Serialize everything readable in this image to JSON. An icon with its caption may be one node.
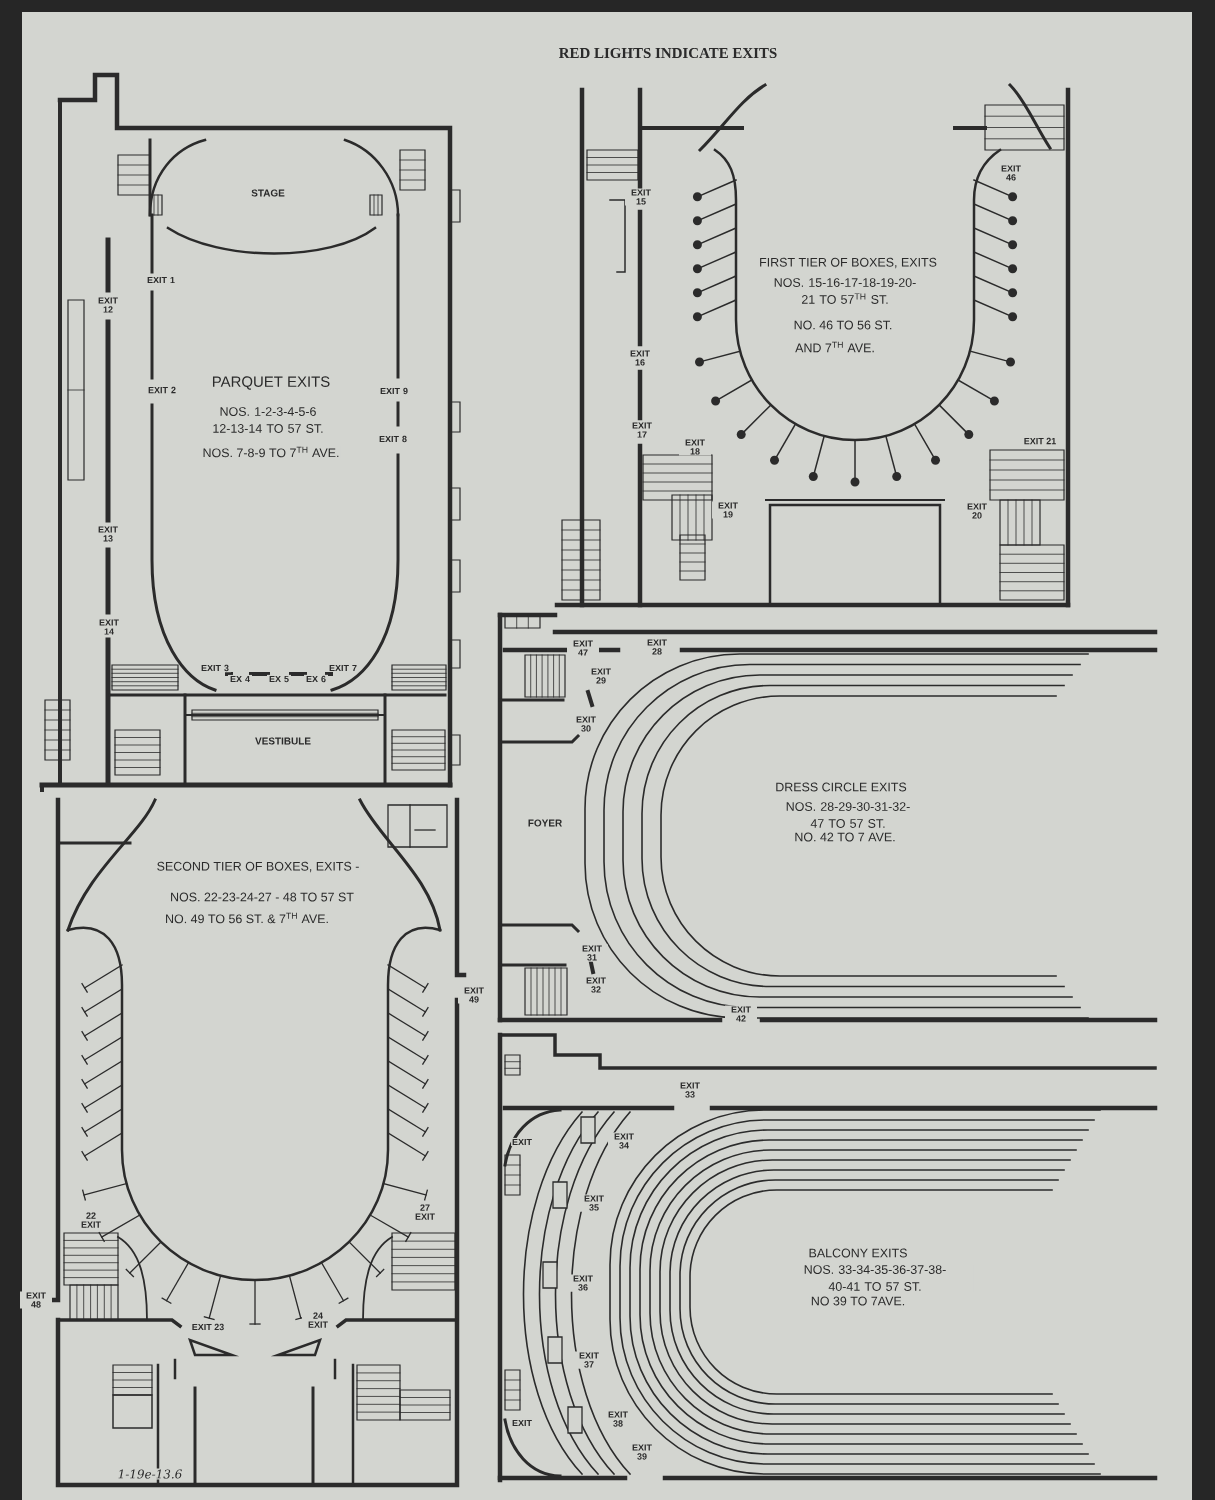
{
  "diagram": {
    "title": "RED LIGHTS INDICATE EXITS",
    "labels": [
      "STAGE",
      "EXIT 1",
      "EXIT 12",
      "EXIT 2",
      "PARQUET EXITS",
      "NOS. 1-2-3-4-5-6 12-13-14 TO 57 ST.",
      "NOS. 7-8-9 TO 7$^{TH}$ AVE.",
      "EXIT 9",
      "EXIT 8",
      "EXIT 13",
      "EXIT 14",
      "EXIT 3",
      "EX 4",
      "EX 5",
      "EX 6",
      "EXIT 7",
      "VESTIBULE",
      "EXIT 15",
      "EXIT 46",
      "FIRST TIER OF BOXES, EXITS",
      "NOS. 15-16-17-18-19-20- 21 TO 57$^{TH}$ ST.",
      "NO. 46 TO 56 ST.",
      "AND 7$^{TH}$ AVE.",
      "EXIT 16",
      "EXIT 17",
      "EXIT 18",
      "EXIT 21",
      "EXIT 19",
      "EXIT 20",
      "EXIT 47",
      "EXIT 28",
      "EXIT 29",
      "EXIT 30",
      "FOYER",
      "DRESS CIRCLE EXITS",
      "NOS. 28-29-30-31-32- 47 TO 57 ST.",
      "NO. 42 TO 7 AVE.",
      "EXIT 31",
      "EXIT 32",
      "EXIT 42",
      "SECOND TIER OF BOXES, EXITS -",
      "NOS. 22-23-24-27 - 48 TO 57 ST",
      "NO. 49 TO 56 ST. & 7$^{TH}$ AVE.",
      "EXIT 49",
      "22 EXIT",
      "27 EXIT",
      "EXIT 48",
      "EXIT 23",
      "24 EXIT",
      "EXIT 33",
      "EXIT",
      "EXIT 34",
      "EXIT 35",
      "EXIT 36",
      "BALCONY EXITS",
      "NOS. 33-34-35-36-37-38- 40-41 TO 57 ST.",
      "NO 39 TO 7AVE.",
      "EXIT 37",
      "EXIT 38",
      "EXIT",
      "EXIT 39",
      "1-19e-13.6"
    ]
  }
}
